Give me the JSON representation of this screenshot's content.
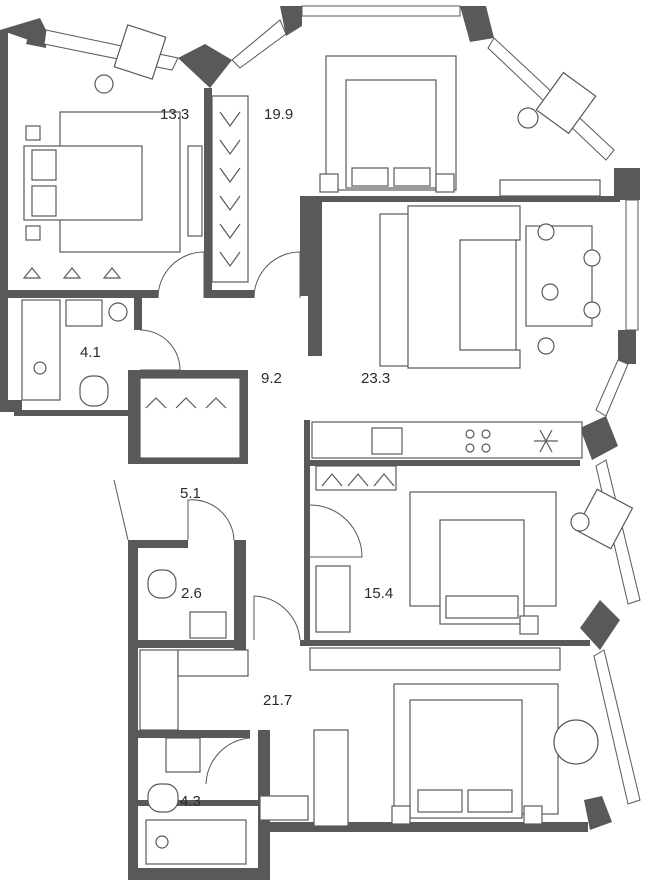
{
  "rooms": [
    {
      "id": "bedroom-nw",
      "area": "13.3"
    },
    {
      "id": "closet-north",
      "area": "19.9"
    },
    {
      "id": "bath-west",
      "area": "4.1"
    },
    {
      "id": "hall",
      "area": "9.2"
    },
    {
      "id": "living",
      "area": "23.3"
    },
    {
      "id": "corridor",
      "area": "5.1"
    },
    {
      "id": "wc",
      "area": "2.6"
    },
    {
      "id": "bedroom-east",
      "area": "15.4"
    },
    {
      "id": "bedroom-south",
      "area": "21.7"
    },
    {
      "id": "bath-south",
      "area": "4.3"
    }
  ]
}
